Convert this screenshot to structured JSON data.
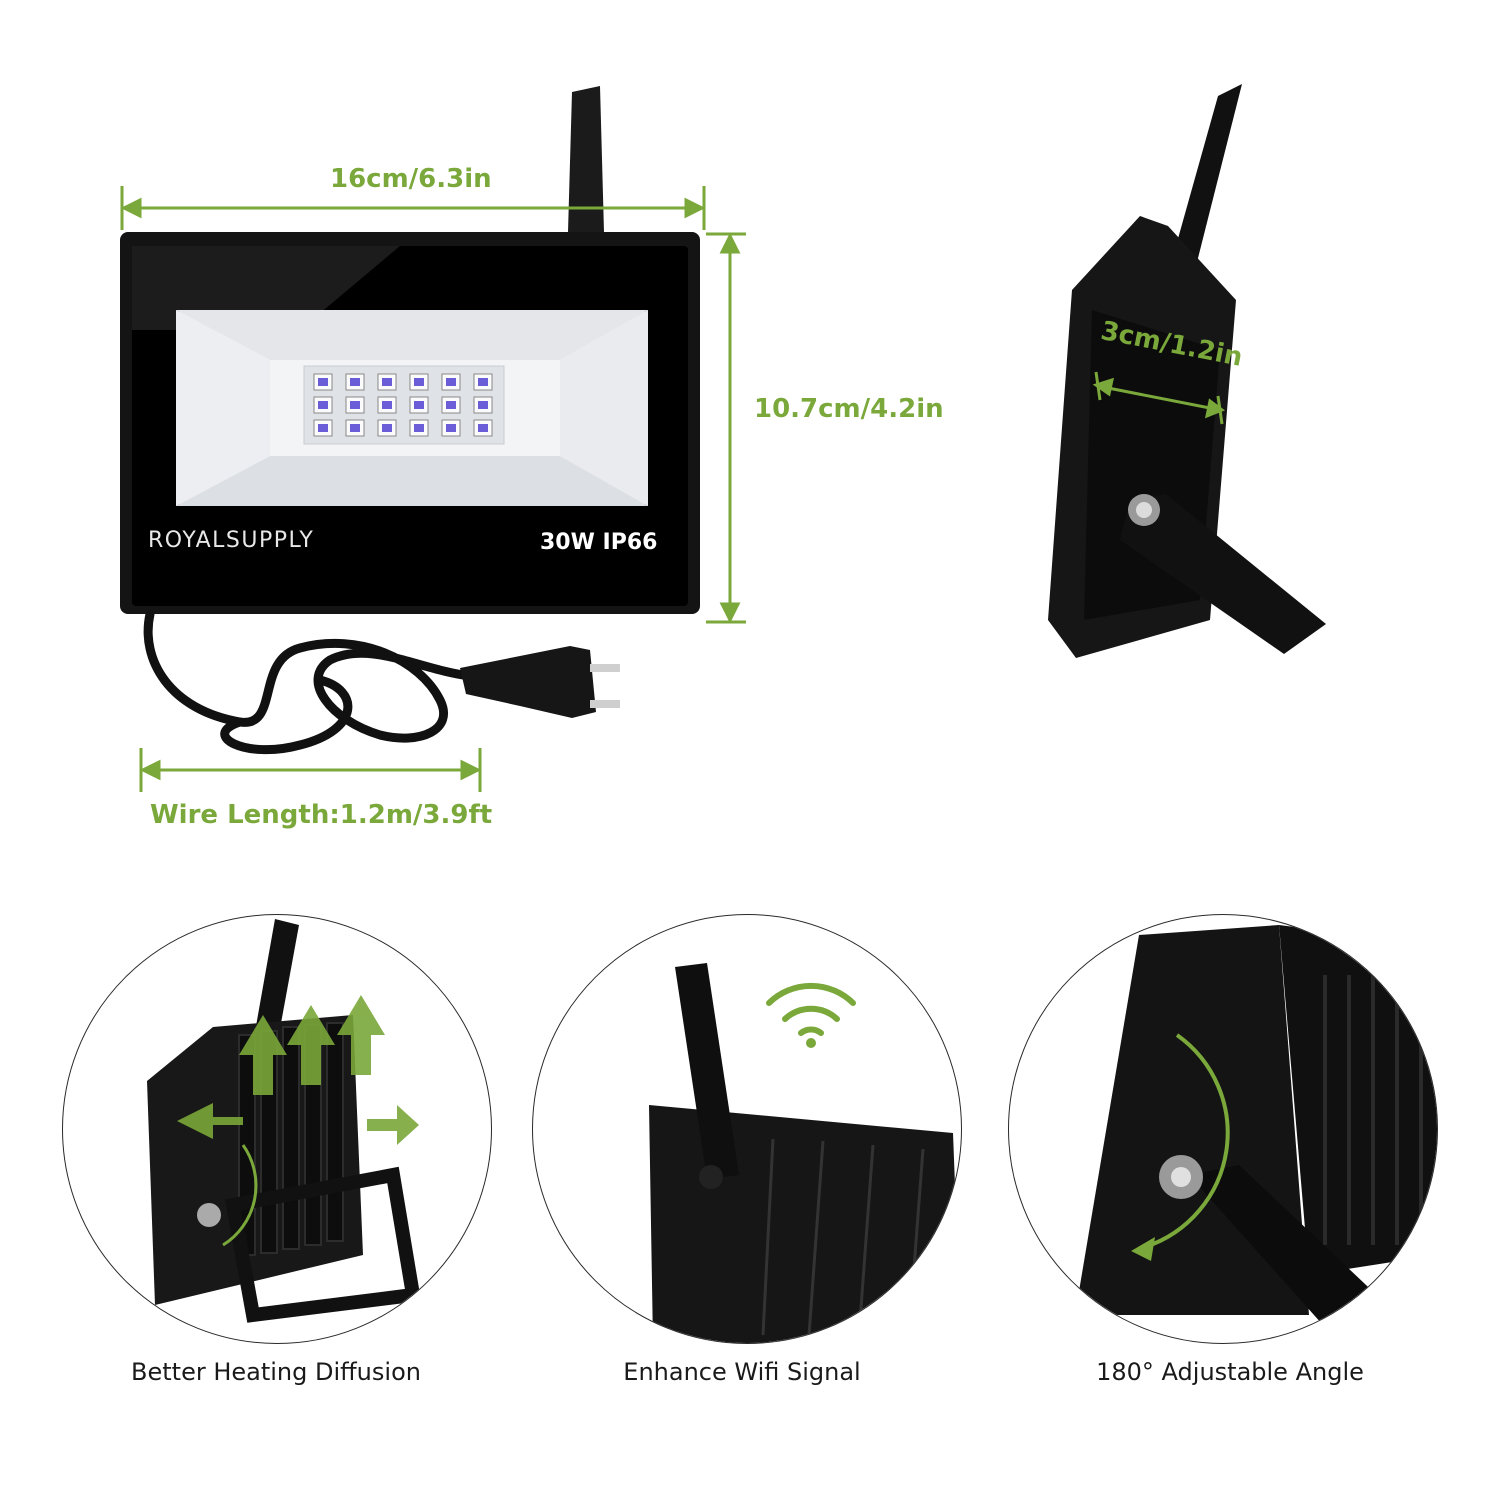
{
  "dimensions": {
    "width": "16cm/6.3in",
    "height": "10.7cm/4.2in",
    "depth": "3cm/1.2in",
    "wire": "Wire Length:1.2m/3.9ft"
  },
  "product": {
    "brand": "ROYALSUPPLY",
    "rating": "30W IP66",
    "led_rows": 3,
    "led_cols": 6
  },
  "features": [
    {
      "label": "Better Heating Diffusion",
      "icon": "heat-arrows-icon"
    },
    {
      "label": "Enhance Wifi Signal",
      "icon": "wifi-icon"
    },
    {
      "label": "180° Adjustable Angle",
      "icon": "rotate-arrow-icon"
    }
  ],
  "colors": {
    "accent": "#7aa83a",
    "body": "#151515",
    "led": "#6b5cd8"
  }
}
